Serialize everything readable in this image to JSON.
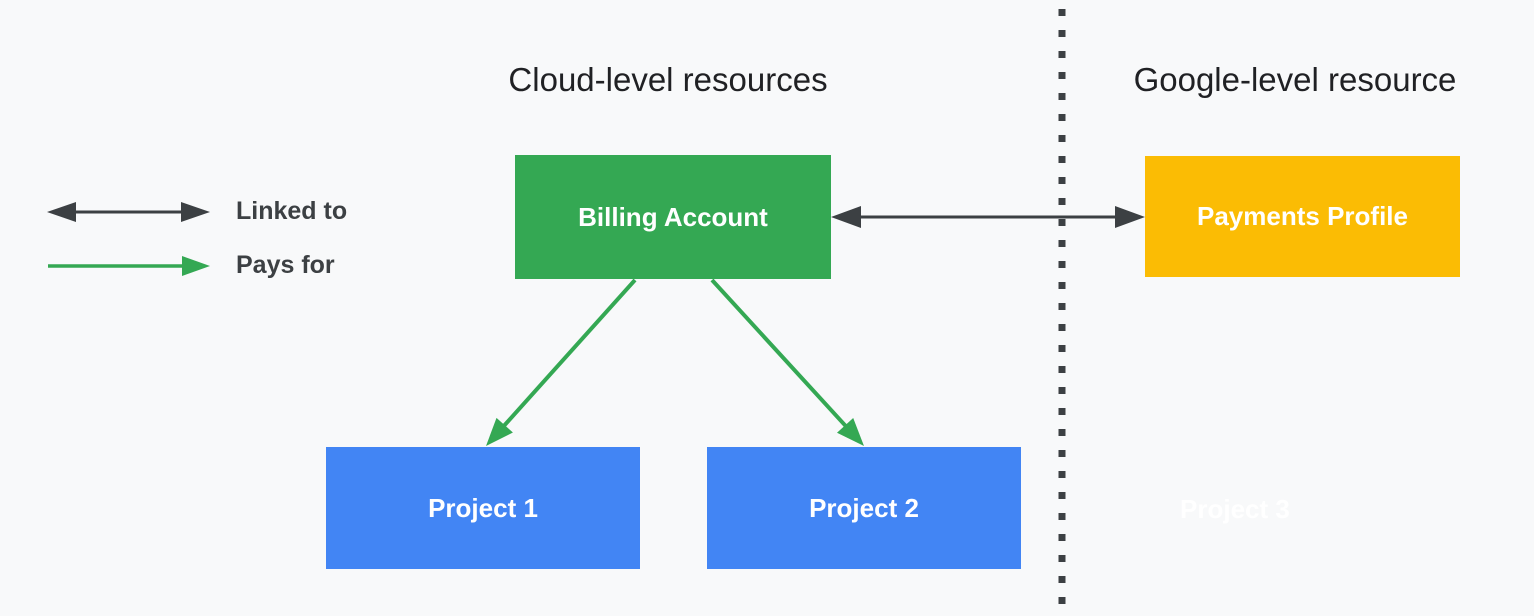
{
  "headings": {
    "cloud": "Cloud-level resources",
    "google": "Google-level resource"
  },
  "legend": {
    "items": [
      {
        "label": "Linked to",
        "symbol": "double-headed-dark-arrow"
      },
      {
        "label": "Pays for",
        "symbol": "single-headed-green-arrow"
      }
    ]
  },
  "nodes": {
    "billing_account": {
      "label": "Billing Account",
      "color": "#34A853"
    },
    "payments_profile": {
      "label": "Payments Profile",
      "color": "#FBBC04"
    },
    "project_1": {
      "label": "Project 1",
      "color": "#4285F4"
    },
    "project_2": {
      "label": "Project 2",
      "color": "#4285F4"
    },
    "project_3": {
      "label": "Project 3",
      "color": "#FFFFFF"
    }
  },
  "edges": [
    {
      "from": "billing_account",
      "to": "payments_profile",
      "type": "Linked to",
      "style": "double-headed-dark-arrow"
    },
    {
      "from": "billing_account",
      "to": "project_1",
      "type": "Pays for",
      "style": "single-headed-green-arrow"
    },
    {
      "from": "billing_account",
      "to": "project_2",
      "type": "Pays for",
      "style": "single-headed-green-arrow"
    }
  ],
  "separator": {
    "style": "vertical-dotted-line",
    "color": "#3C4043"
  },
  "colors": {
    "background": "#F8F9FA",
    "arrow_dark": "#3C4043",
    "arrow_green": "#34A853",
    "heading_text": "#202124",
    "legend_text": "#3C4043",
    "label_text": "#FFFFFF"
  }
}
